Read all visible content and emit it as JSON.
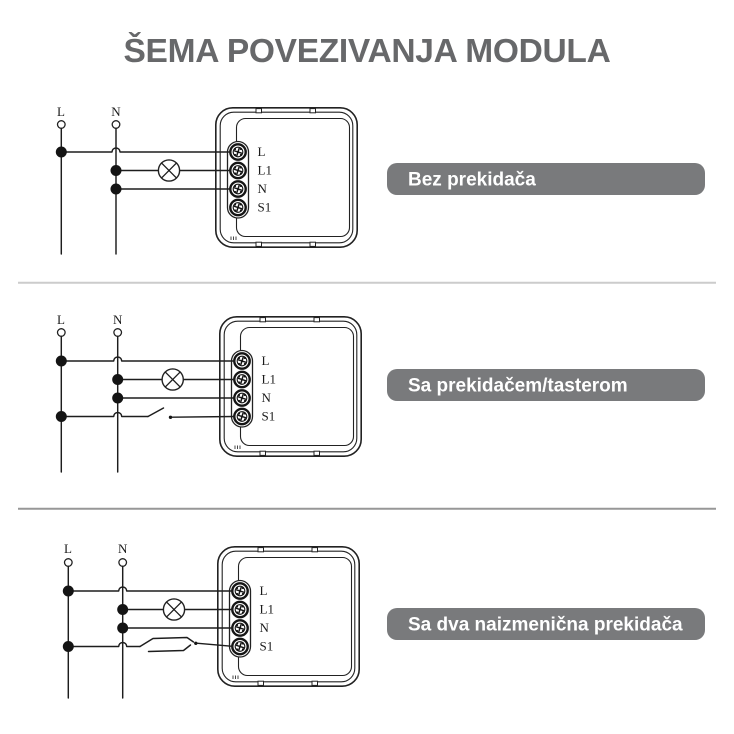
{
  "title": "ŠEMA POVEZIVANJA MODULA",
  "wire_labels": {
    "live": "L",
    "neutral": "N"
  },
  "module": {
    "terminals": [
      "L",
      "L1",
      "N",
      "S1"
    ]
  },
  "sections": [
    {
      "badge": "Bez prekidača"
    },
    {
      "badge": "Sa prekidačem/tasterom"
    },
    {
      "badge": "Sa dva naizmenična prekidača"
    }
  ],
  "icons": {
    "lamp_icon": "circle-with-x-lamp",
    "switch_icon": "open-spst-switch-lever",
    "two_way_switch_icon": "two-spdt-switches-with-travelers",
    "screw_terminal_icon": "phillips-screw-head",
    "junction_dot_icon": "filled-connection-dot",
    "supply_pin_icon": "open-terminal-circle"
  },
  "colors": {
    "title_text": "#67686a",
    "badge_background": "#797a7c",
    "badge_text": "#ffffff",
    "diagram_line": "#1d1d1d",
    "divider_light": "#cccccc",
    "divider_dark": "#979797"
  }
}
